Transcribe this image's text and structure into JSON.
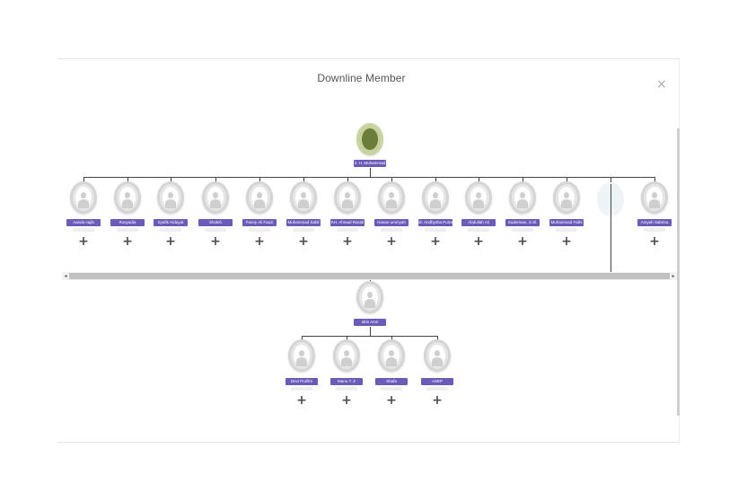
{
  "modal": {
    "title": "Downline Member",
    "close_icon": "×"
  },
  "root": {
    "name": "ir. H. Muhammad"
  },
  "level1": [
    {
      "name": "Aanda najib"
    },
    {
      "name": "Rosyadia"
    },
    {
      "name": "Syafik Hidayat"
    },
    {
      "name": "Sholeh"
    },
    {
      "name": "Fanny Ali Fauzi"
    },
    {
      "name": "Muhammad Sabil"
    },
    {
      "name": "KH. Ahmad Rasidi"
    },
    {
      "name": "Hanan ummyah"
    },
    {
      "name": "dr. Andhysha Putra"
    },
    {
      "name": "Abdullah Ali"
    },
    {
      "name": "Suderman, S.Sl."
    },
    {
      "name": "Muhammad Fathi"
    },
    {
      "name": ""
    },
    {
      "name": "Arsyah Sabrina"
    }
  ],
  "selected": {
    "name": "Idris Amri"
  },
  "level2": [
    {
      "name": "Devi Profilm"
    },
    {
      "name": "Manu T. Z"
    },
    {
      "name": "Shafa"
    },
    {
      "name": "ASEP"
    }
  ],
  "plus_icon": "+",
  "scroll": {
    "left_arrow": "◂",
    "right_arrow": "▸"
  }
}
